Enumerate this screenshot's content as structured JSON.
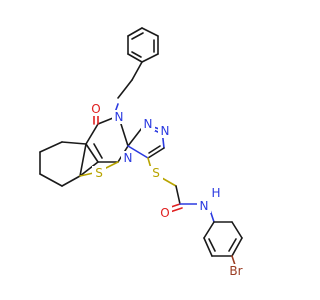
{
  "molecule": {
    "atoms": {
      "O": {
        "text": "O",
        "color": "#e02020"
      },
      "N_amide_ring": {
        "text": "N",
        "color": "#2b3ae0"
      },
      "N_triazole_1": {
        "text": "N",
        "color": "#2b3ae0"
      },
      "N_triazole_2": {
        "text": "N",
        "color": "#2b3ae0"
      },
      "N_triazole_3": {
        "text": "N",
        "color": "#2b3ae0"
      },
      "S_thiophene": {
        "text": "S",
        "color": "#b8a400"
      },
      "S_thioether": {
        "text": "S",
        "color": "#b8a400"
      },
      "O_amide": {
        "text": "O",
        "color": "#e02020"
      },
      "NH_amide": {
        "text": "N",
        "color": "#2b3ae0"
      },
      "H_amide": {
        "text": "H",
        "color": "#2b3ae0"
      },
      "Br": {
        "text": "Br",
        "color": "#9a3c22"
      }
    }
  }
}
